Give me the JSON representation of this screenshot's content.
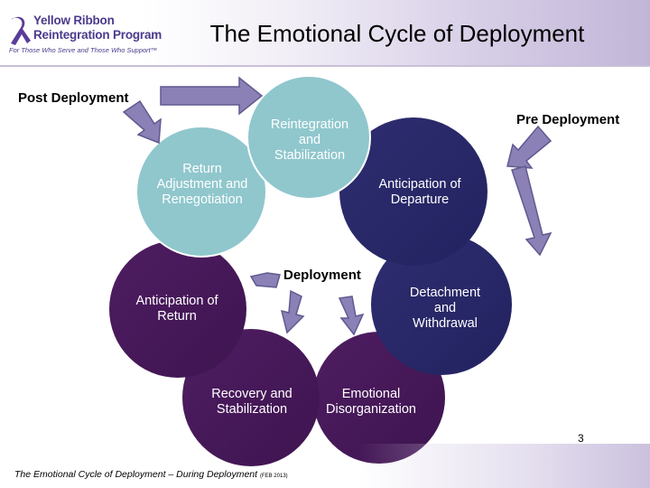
{
  "header": {
    "logo_line1": "Yellow Ribbon",
    "logo_line2": "Reintegration Program",
    "logo_tagline": "For Those Who Serve and Those Who Support™",
    "title": "The Emotional Cycle of Deployment"
  },
  "phases": {
    "post_deployment": "Post Deployment",
    "pre_deployment": "Pre Deployment",
    "deployment": "Deployment"
  },
  "stages": {
    "reintegration": "Reintegration and Stabilization",
    "return_adjustment": "Return Adjustment and Renegotiation",
    "anticipation_departure": "Anticipation of Departure",
    "anticipation_return": "Anticipation of Return",
    "detachment": "Detachment and Withdrawal",
    "recovery": "Recovery and Stabilization",
    "emotional_disorganization": "Emotional Disorganization"
  },
  "footer": {
    "caption": "The Emotional Cycle of Deployment – During Deployment",
    "source": "(FEB 2013)",
    "page_number": "3"
  },
  "colors": {
    "light_circle": "#8ec6cc",
    "navy_circle": "#2b2a6b",
    "purple_circle": "#4a1a5c",
    "arrow_fill": "#8b81b6",
    "arrow_stroke": "#5f5a8f",
    "brand": "#4b3a8c"
  }
}
